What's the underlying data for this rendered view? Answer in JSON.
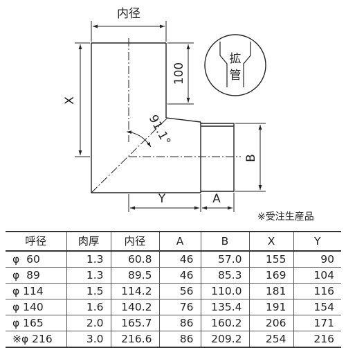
{
  "diagram": {
    "inner_diameter_label": "内径",
    "x_label": "X",
    "y_label": "Y",
    "a_label": "A",
    "b_label": "B",
    "length_100": "100",
    "angle_label": "91.1°",
    "expansion_badge": {
      "line1": "拡",
      "line2": "管"
    }
  },
  "order_note": "※受注生産品",
  "table": {
    "headers": [
      "呼径",
      "肉厚",
      "内径",
      "A",
      "B",
      "X",
      "Y"
    ],
    "rows": [
      [
        "φ  60",
        "1.3",
        "60.8",
        "46",
        "57.0",
        "155",
        "90"
      ],
      [
        "φ  89",
        "1.3",
        "89.5",
        "46",
        "85.3",
        "169",
        "104"
      ],
      [
        "φ 114",
        "1.5",
        "114.2",
        "56",
        "110.0",
        "181",
        "116"
      ],
      [
        "φ 140",
        "1.6",
        "140.2",
        "76",
        "135.4",
        "191",
        "154"
      ],
      [
        "φ 165",
        "2.0",
        "165.7",
        "86",
        "160.2",
        "206",
        "171"
      ],
      [
        "※φ 216",
        "3.0",
        "216.6",
        "86",
        "209.2",
        "254",
        "216"
      ]
    ]
  }
}
